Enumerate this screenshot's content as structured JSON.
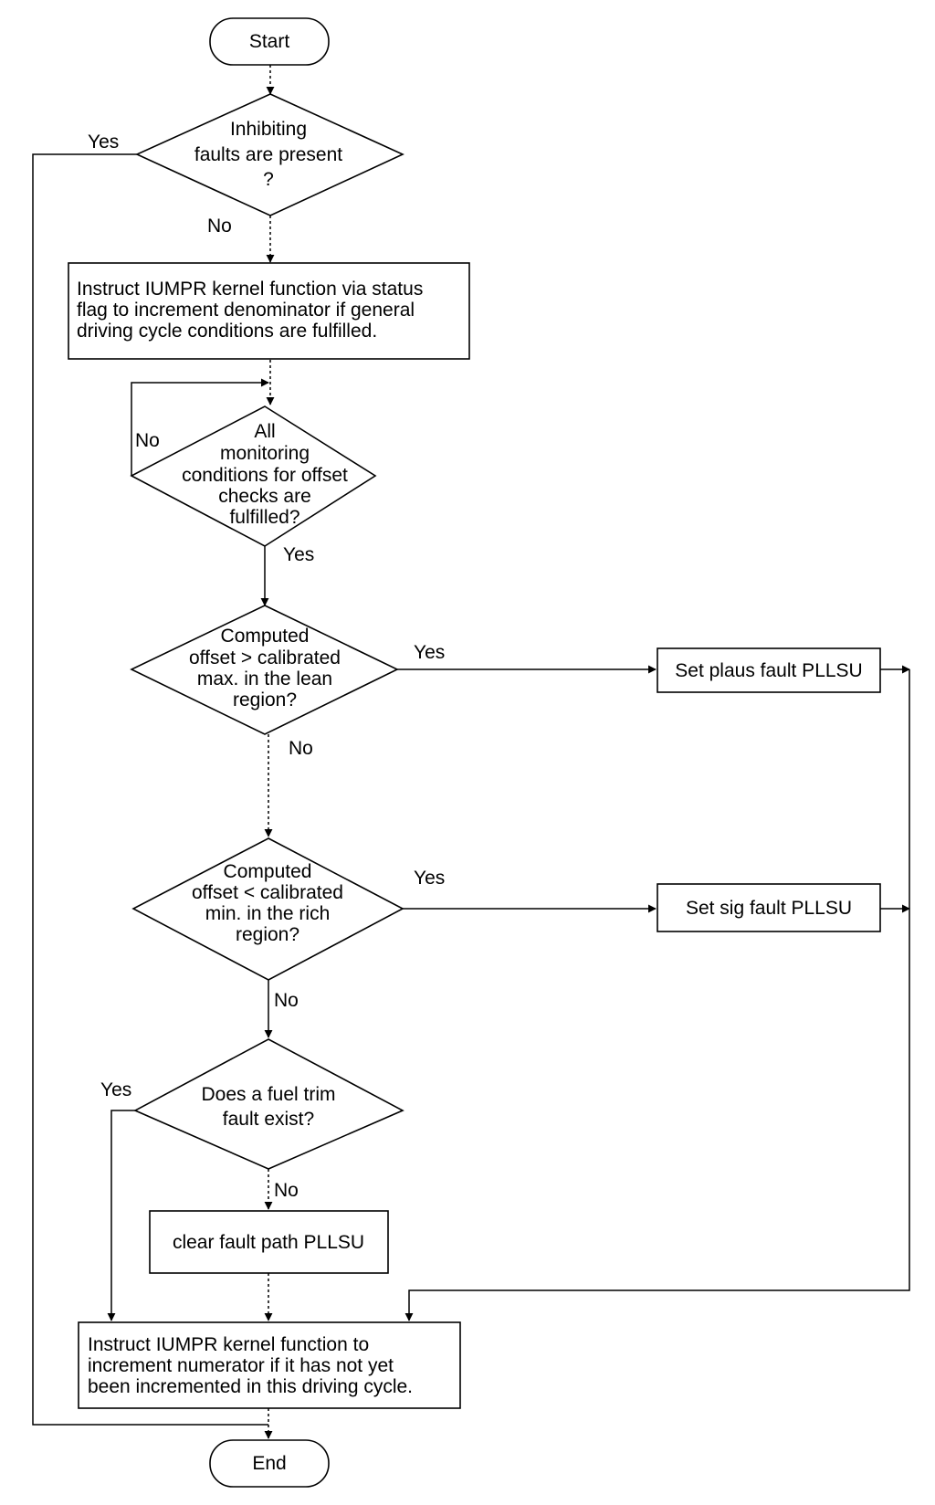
{
  "nodes": {
    "start": "Start",
    "d1": [
      "Inhibiting",
      "faults are present",
      "?"
    ],
    "p1": [
      "Instruct IUMPR kernel function via status",
      "flag to increment denominator if general",
      "driving cycle conditions are fulfilled."
    ],
    "d2": [
      "All",
      "monitoring",
      "conditions for offset",
      "checks are",
      "fulfilled?"
    ],
    "d3": [
      "Computed",
      "offset > calibrated",
      "max. in the lean",
      "region?"
    ],
    "p_plaus": "Set plaus fault PLLSU",
    "d4": [
      "Computed",
      "offset < calibrated",
      "min. in the rich",
      "region?"
    ],
    "p_sig": "Set sig fault PLLSU",
    "d5": [
      "Does a fuel trim",
      "fault exist?"
    ],
    "p_clear": "clear fault path PLLSU",
    "p_final": [
      "Instruct IUMPR kernel function to",
      "increment numerator if it has not yet",
      "been incremented in this driving cycle."
    ],
    "end": "End"
  },
  "edge_labels": {
    "d1_yes": "Yes",
    "d1_no": "No",
    "d2_no": "No",
    "d2_yes": "Yes",
    "d3_yes": "Yes",
    "d3_no": "No",
    "d4_yes": "Yes",
    "d4_no": "No",
    "d5_yes": "Yes",
    "d5_no": "No"
  }
}
